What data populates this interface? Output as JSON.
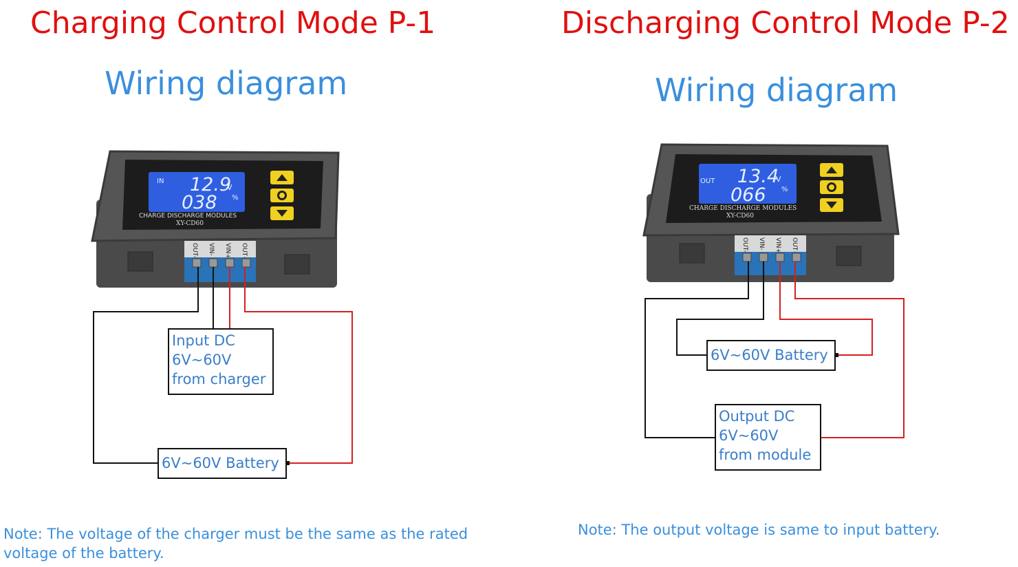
{
  "left": {
    "title": "Charging Control Mode P-1",
    "subtitle": "Wiring diagram",
    "display": {
      "mode": "IN",
      "voltage": "12.9",
      "voltage_unit": "V",
      "percent": "038",
      "percent_unit": "%"
    },
    "module_text": "CHARGE DISCHARGE MODULES",
    "model": "XY-CD60",
    "terminals": [
      "OUT-",
      "VIN-",
      "VIN+",
      "OUT+"
    ],
    "input_box": {
      "line1": "Input DC",
      "line2": "6V~60V",
      "line3": "from charger"
    },
    "battery_box": "6V~60V Battery",
    "note": "Note: The voltage of the charger must be the same as the rated voltage of the battery."
  },
  "right": {
    "title": "Discharging Control Mode P-2",
    "subtitle": "Wiring diagram",
    "display": {
      "mode": "OUT",
      "voltage": "13.4",
      "voltage_unit": "V",
      "percent": "066",
      "percent_unit": "%"
    },
    "module_text": "CHARGE DISCHARGE MODULES",
    "model": "XY-CD60",
    "terminals": [
      "OUT-",
      "VIN-",
      "VIN+",
      "OUT+"
    ],
    "battery_box": "6V~60V Battery",
    "output_box": {
      "line1": "Output DC",
      "line2": "6V~60V",
      "line3": "from module"
    },
    "note": "Note: The output voltage is same to input battery."
  },
  "colors": {
    "title": "#e01010",
    "subtitle": "#3a8fdc",
    "wire_red": "#d42020",
    "wire_black": "#111111",
    "lcd": "#2f5fe0",
    "button": "#f0d020"
  }
}
